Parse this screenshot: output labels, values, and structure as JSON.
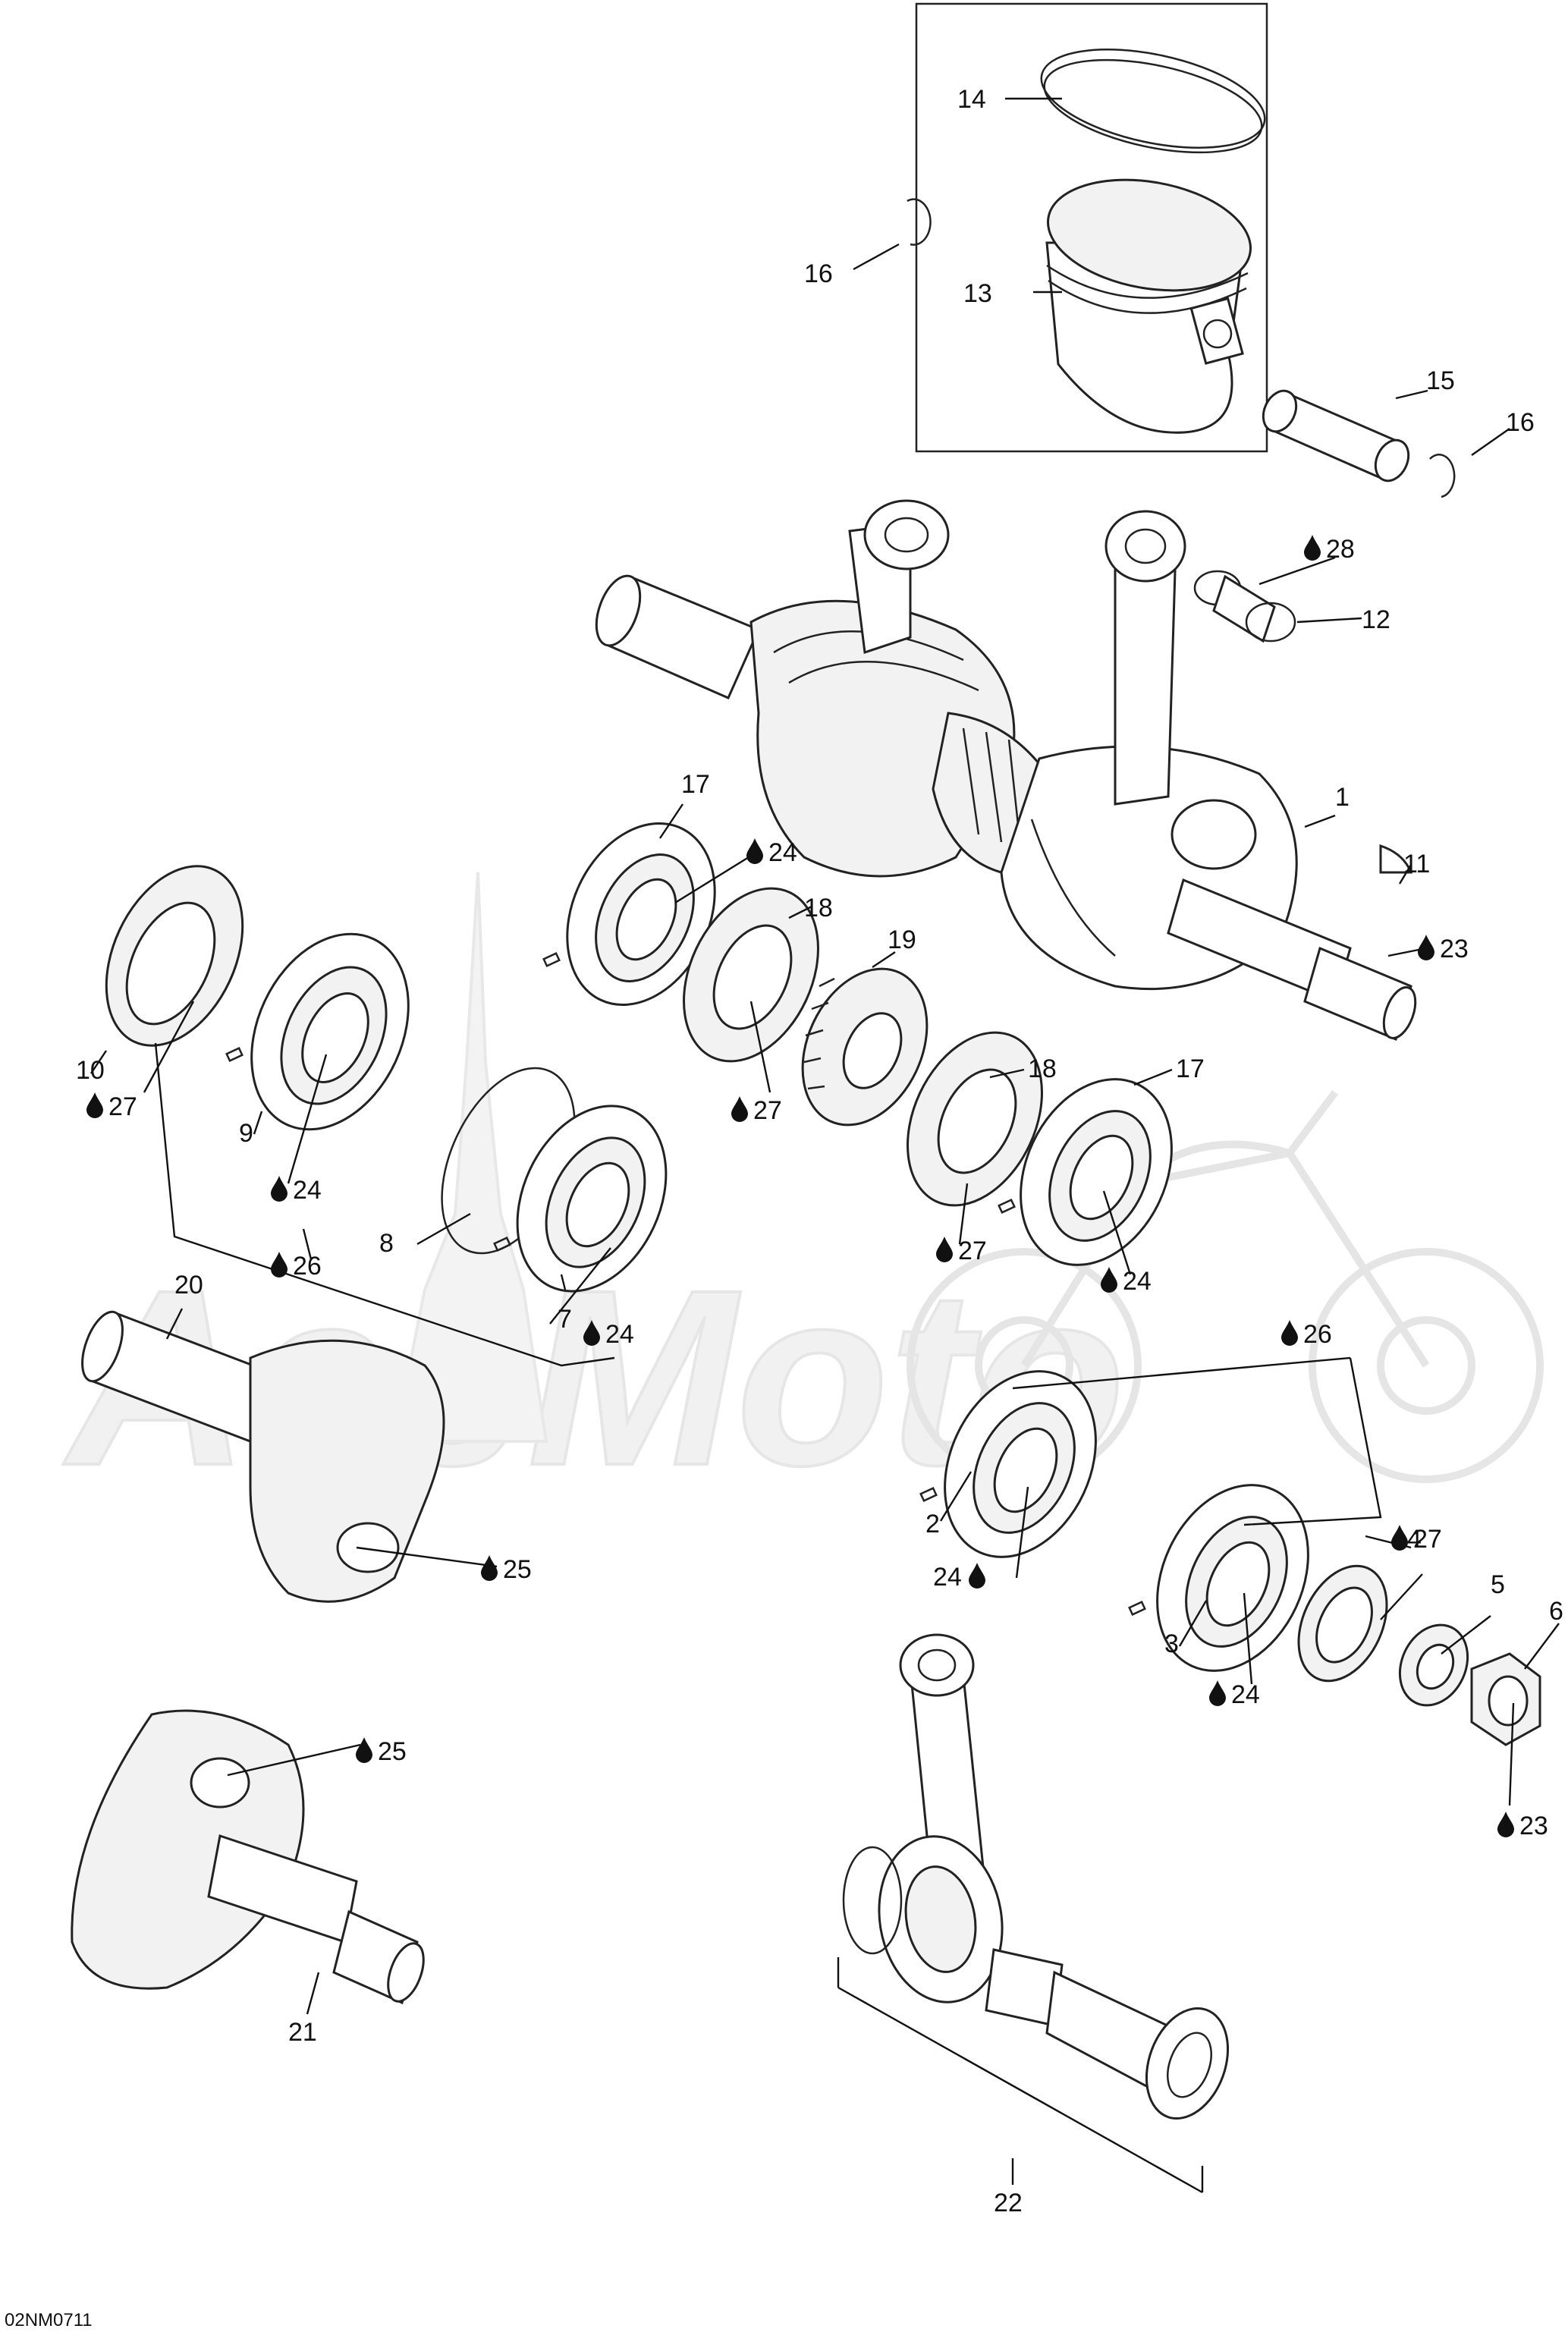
{
  "watermark": {
    "text": "AceMoto"
  },
  "drawing_code": "02NM0711",
  "callouts": [
    {
      "id": "c14",
      "number": "14",
      "lubricant": false
    },
    {
      "id": "c16a",
      "number": "16",
      "lubricant": false
    },
    {
      "id": "c13",
      "number": "13",
      "lubricant": false
    },
    {
      "id": "c15",
      "number": "15",
      "lubricant": false
    },
    {
      "id": "c16b",
      "number": "16",
      "lubricant": false
    },
    {
      "id": "c28",
      "number": "28",
      "lubricant": true
    },
    {
      "id": "c12",
      "number": "12",
      "lubricant": false
    },
    {
      "id": "c17a",
      "number": "17",
      "lubricant": false
    },
    {
      "id": "c1",
      "number": "1",
      "lubricant": false
    },
    {
      "id": "c24a",
      "number": "24",
      "lubricant": true
    },
    {
      "id": "c18a",
      "number": "18",
      "lubricant": false
    },
    {
      "id": "c11",
      "number": "11",
      "lubricant": false
    },
    {
      "id": "c19",
      "number": "19",
      "lubricant": false
    },
    {
      "id": "c23a",
      "number": "23",
      "lubricant": true
    },
    {
      "id": "c10",
      "number": "10",
      "lubricant": false
    },
    {
      "id": "c27a",
      "number": "27",
      "lubricant": true
    },
    {
      "id": "c18b",
      "number": "18",
      "lubricant": false
    },
    {
      "id": "c17b",
      "number": "17",
      "lubricant": false
    },
    {
      "id": "c27b",
      "number": "27",
      "lubricant": true
    },
    {
      "id": "c9",
      "number": "9",
      "lubricant": false
    },
    {
      "id": "c24b",
      "number": "24",
      "lubricant": true
    },
    {
      "id": "c8",
      "number": "8",
      "lubricant": false
    },
    {
      "id": "c26a",
      "number": "26",
      "lubricant": true
    },
    {
      "id": "c27c",
      "number": "27",
      "lubricant": true
    },
    {
      "id": "c24c",
      "number": "24",
      "lubricant": true
    },
    {
      "id": "c20",
      "number": "20",
      "lubricant": false
    },
    {
      "id": "c7",
      "number": "7",
      "lubricant": false
    },
    {
      "id": "c24d",
      "number": "24",
      "lubricant": true
    },
    {
      "id": "c26b",
      "number": "26",
      "lubricant": true
    },
    {
      "id": "c25a",
      "number": "25",
      "lubricant": true
    },
    {
      "id": "c2",
      "number": "2",
      "lubricant": false
    },
    {
      "id": "c4",
      "number": "4",
      "lubricant": false
    },
    {
      "id": "c27d",
      "number": "27",
      "lubricant": true
    },
    {
      "id": "c24e",
      "number": "24",
      "lubricant": true
    },
    {
      "id": "c5",
      "number": "5",
      "lubricant": false
    },
    {
      "id": "c6",
      "number": "6",
      "lubricant": false
    },
    {
      "id": "c3",
      "number": "3",
      "lubricant": false
    },
    {
      "id": "c24f",
      "number": "24",
      "lubricant": true
    },
    {
      "id": "c25b",
      "number": "25",
      "lubricant": true
    },
    {
      "id": "c23b",
      "number": "23",
      "lubricant": true
    },
    {
      "id": "c21",
      "number": "21",
      "lubricant": false
    },
    {
      "id": "c22",
      "number": "22",
      "lubricant": false
    }
  ]
}
